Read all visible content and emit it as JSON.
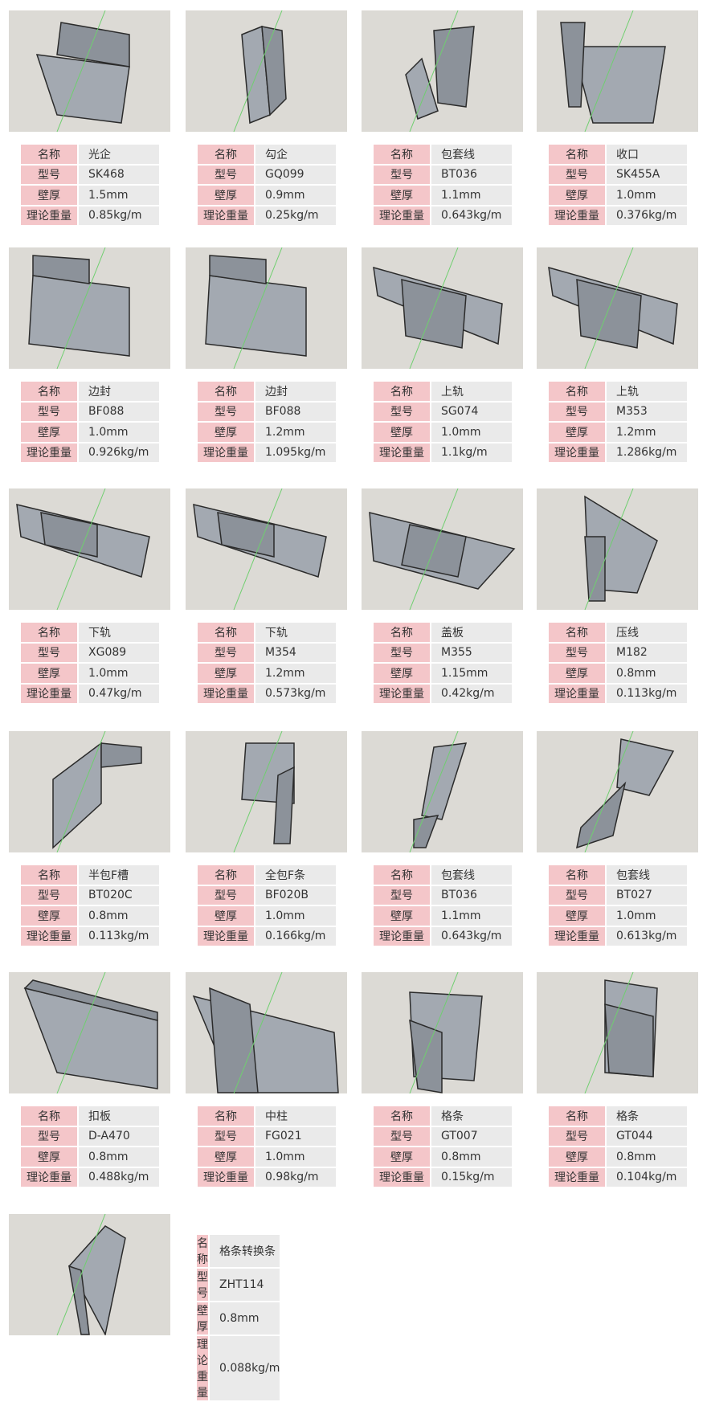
{
  "labels": {
    "name": "名称",
    "model": "型号",
    "thickness": "壁厚",
    "weight": "理论重量"
  },
  "colors": {
    "label_bg": "#f4c6c9",
    "value_bg": "#eaeaea",
    "image_bg": "#dcdad5",
    "profile": "#a3a9b1"
  },
  "products": [
    {
      "name": "光企",
      "model": "SK468",
      "thickness": "1.5mm",
      "weight": "0.85kg/m"
    },
    {
      "name": "勾企",
      "model": "GQ099",
      "thickness": "0.9mm",
      "weight": "0.25kg/m"
    },
    {
      "name": "包套线",
      "model": "BT036",
      "thickness": "1.1mm",
      "weight": "0.643kg/m"
    },
    {
      "name": "收口",
      "model": "SK455A",
      "thickness": "1.0mm",
      "weight": "0.376kg/m"
    },
    {
      "name": "边封",
      "model": "BF088",
      "thickness": "1.0mm",
      "weight": "0.926kg/m"
    },
    {
      "name": "边封",
      "model": "BF088",
      "thickness": "1.2mm",
      "weight": "1.095kg/m"
    },
    {
      "name": "上轨",
      "model": "SG074",
      "thickness": "1.0mm",
      "weight": "1.1kg/m"
    },
    {
      "name": "上轨",
      "model": "M353",
      "thickness": "1.2mm",
      "weight": "1.286kg/m"
    },
    {
      "name": "下轨",
      "model": "XG089",
      "thickness": "1.0mm",
      "weight": "0.47kg/m"
    },
    {
      "name": "下轨",
      "model": "M354",
      "thickness": "1.2mm",
      "weight": "0.573kg/m"
    },
    {
      "name": "盖板",
      "model": "M355",
      "thickness": "1.15mm",
      "weight": "0.42kg/m"
    },
    {
      "name": "压线",
      "model": "M182",
      "thickness": "0.8mm",
      "weight": "0.113kg/m"
    },
    {
      "name": "半包F槽",
      "model": "BT020C",
      "thickness": "0.8mm",
      "weight": "0.113kg/m"
    },
    {
      "name": "全包F条",
      "model": "BF020B",
      "thickness": "1.0mm",
      "weight": "0.166kg/m"
    },
    {
      "name": "包套线",
      "model": "BT036",
      "thickness": "1.1mm",
      "weight": "0.643kg/m"
    },
    {
      "name": "包套线",
      "model": "BT027",
      "thickness": "1.0mm",
      "weight": "0.613kg/m"
    },
    {
      "name": "扣板",
      "model": "D-A470",
      "thickness": "0.8mm",
      "weight": "0.488kg/m"
    },
    {
      "name": "中柱",
      "model": "FG021",
      "thickness": "1.0mm",
      "weight": "0.98kg/m"
    },
    {
      "name": "格条",
      "model": "GT007",
      "thickness": "0.8mm",
      "weight": "0.15kg/m"
    },
    {
      "name": "格条",
      "model": "GT044",
      "thickness": "0.8mm",
      "weight": "0.104kg/m"
    },
    {
      "name": "格条转换条",
      "model": "ZHT114",
      "thickness": "0.8mm",
      "weight": "0.088kg/m"
    }
  ]
}
